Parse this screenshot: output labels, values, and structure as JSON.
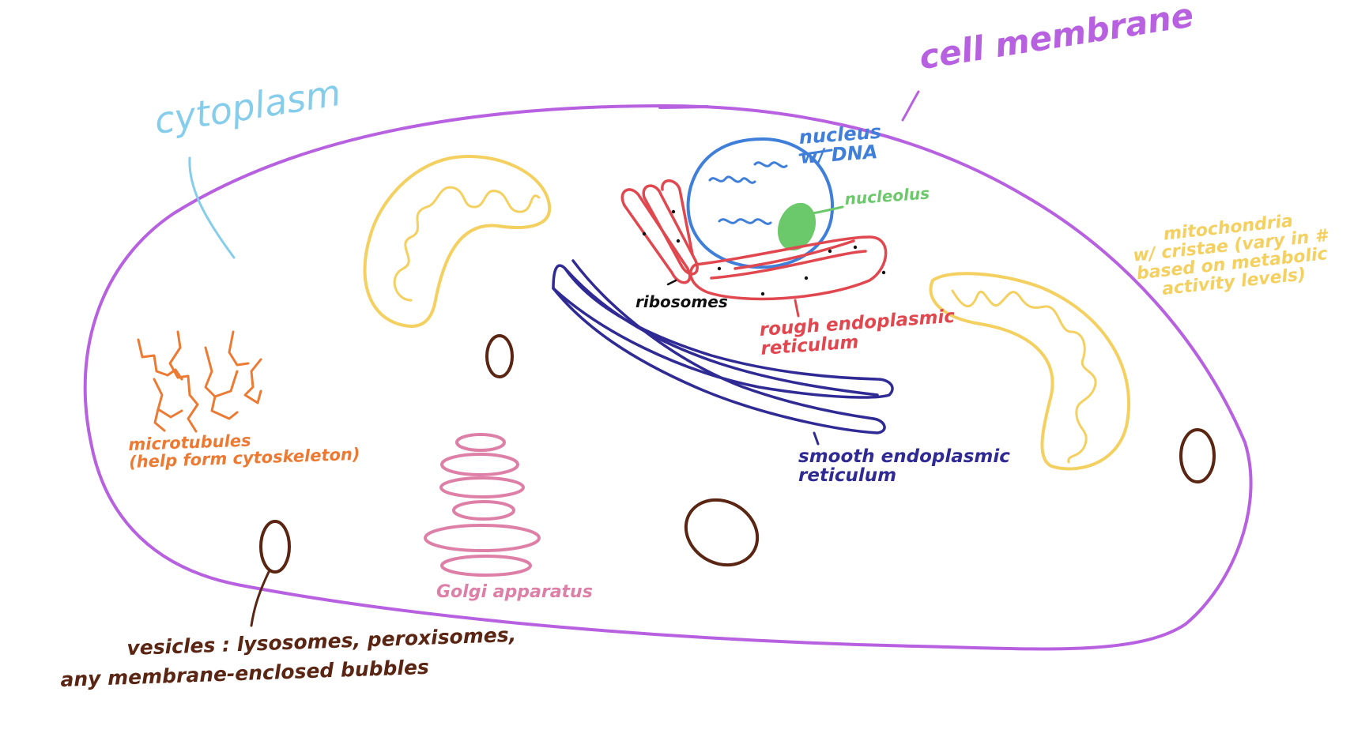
{
  "colors": {
    "membrane": "#b760e0",
    "cytoplasm": "#85cdea",
    "nucleus": "#3f7fd9",
    "nucleolus": "#6cc96b",
    "rough_er": "#e0474f",
    "smooth_er": "#2f2a94",
    "mitochondria": "#f3d060",
    "golgi": "#dd7fa6",
    "microtubules": "#ec7a33",
    "vesicles": "#5a2512",
    "ribosomes": "#111111"
  },
  "labels": {
    "cell_membrane": "cell membrane",
    "cytoplasm": "cytoplasm",
    "nucleus": "nucleus\nw/ DNA",
    "nucleolus": "nucleolus",
    "ribosomes": "ribosomes",
    "rough_er": "rough endoplasmic\nreticulum",
    "smooth_er": "smooth endoplasmic\nreticulum",
    "mitochondria": "mitochondria\nw/ cristae (vary in #\nbased on metabolic\nactivity levels)",
    "microtubules": "microtubules\n(help form cytoskeleton)",
    "golgi": "Golgi apparatus",
    "vesicles_line1": "vesicles : lysosomes, peroxisomes,",
    "vesicles_line2": "any membrane-enclosed bubbles"
  }
}
